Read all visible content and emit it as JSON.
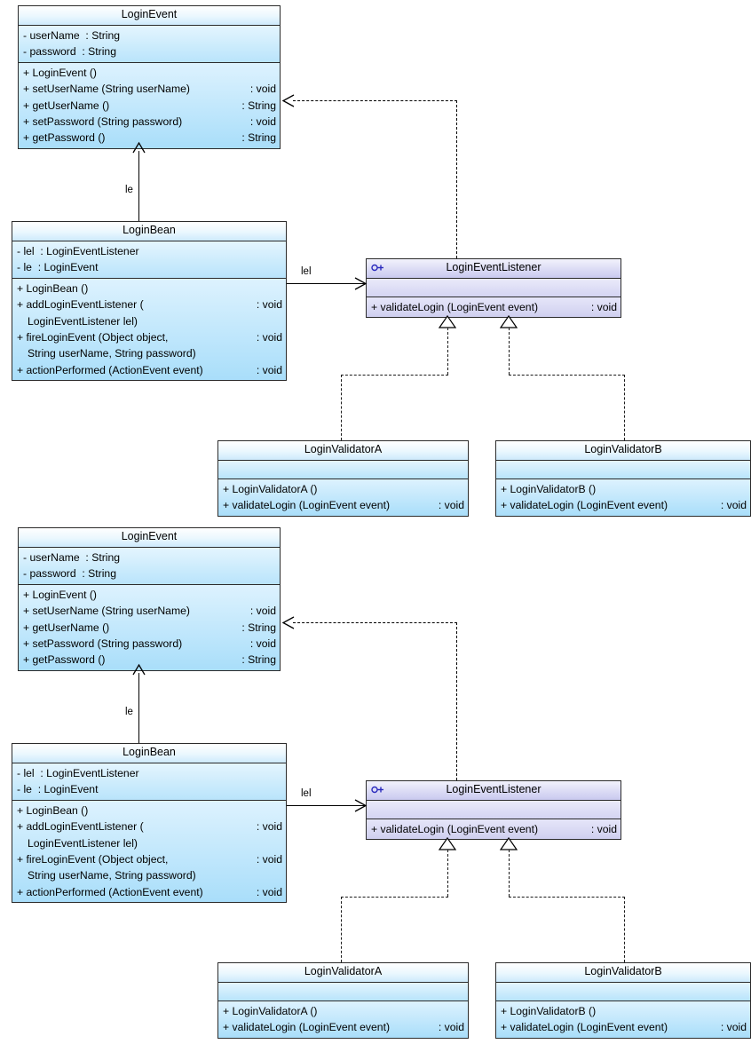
{
  "diagram": {
    "type": "uml-class-diagram",
    "repeat_count": 2,
    "colors": {
      "class_fill": "#cbeafc",
      "interface_fill": "#ddddf6",
      "border": "#2b2b2b",
      "interface_icon": "#2b2bbd",
      "connector": "#000000"
    },
    "classes": {
      "login_event": {
        "name": "LoginEvent",
        "stereotype": "",
        "attributes": [
          {
            "visibility": "-",
            "name": "userName",
            "sep": ":",
            "type": "String"
          },
          {
            "visibility": "-",
            "name": "password",
            "sep": ":",
            "type": "String"
          }
        ],
        "operations": [
          {
            "visibility": "+",
            "signature": "LoginEvent ()",
            "sep": "",
            "ret": ""
          },
          {
            "visibility": "+",
            "signature": "setUserName (String userName)",
            "sep": ":",
            "ret": "void"
          },
          {
            "visibility": "+",
            "signature": "getUserName ()",
            "sep": ":",
            "ret": "String"
          },
          {
            "visibility": "+",
            "signature": "setPassword (String password)",
            "sep": ":",
            "ret": "void"
          },
          {
            "visibility": "+",
            "signature": "getPassword ()",
            "sep": ":",
            "ret": "String"
          }
        ]
      },
      "login_bean": {
        "name": "LoginBean",
        "attributes": [
          {
            "visibility": "-",
            "name": "lel",
            "sep": ":",
            "type": "LoginEventListener"
          },
          {
            "visibility": "-",
            "name": "le",
            "sep": ":",
            "type": "LoginEvent"
          }
        ],
        "operations": [
          {
            "visibility": "+",
            "signature": "LoginBean ()",
            "sep": "",
            "ret": ""
          },
          {
            "visibility": "+",
            "signature": "addLoginEventListener (",
            "sep": ":",
            "ret": "void"
          },
          {
            "visibility": "",
            "signature": "LoginEventListener lel)",
            "sep": "",
            "ret": "",
            "continuation": true
          },
          {
            "visibility": "+",
            "signature": "fireLoginEvent (Object object,",
            "sep": ":",
            "ret": "void"
          },
          {
            "visibility": "",
            "signature": "String userName, String password)",
            "sep": "",
            "ret": "",
            "continuation": true
          },
          {
            "visibility": "+",
            "signature": "actionPerformed (ActionEvent event)",
            "sep": ":",
            "ret": "void"
          }
        ]
      },
      "login_event_listener": {
        "name": "LoginEventListener",
        "is_interface": true,
        "icon": "interface-lollipop-icon",
        "attributes": [],
        "operations": [
          {
            "visibility": "+",
            "signature": "validateLogin (LoginEvent event)",
            "sep": ":",
            "ret": "void"
          }
        ]
      },
      "login_validator_a": {
        "name": "LoginValidatorA",
        "attributes": [],
        "operations": [
          {
            "visibility": "+",
            "signature": "LoginValidatorA ()",
            "sep": "",
            "ret": ""
          },
          {
            "visibility": "+",
            "signature": "validateLogin (LoginEvent event)",
            "sep": ":",
            "ret": "void"
          }
        ]
      },
      "login_validator_b": {
        "name": "LoginValidatorB",
        "attributes": [],
        "operations": [
          {
            "visibility": "+",
            "signature": "LoginValidatorB ()",
            "sep": "",
            "ret": ""
          },
          {
            "visibility": "+",
            "signature": "validateLogin (LoginEvent event)",
            "sep": ":",
            "ret": "void"
          }
        ]
      }
    },
    "connectors": [
      {
        "id": "bean-to-event",
        "from": "LoginBean",
        "to": "LoginEvent",
        "kind": "association",
        "label": "le",
        "line": "solid",
        "arrow": "open"
      },
      {
        "id": "bean-to-listener",
        "from": "LoginBean",
        "to": "LoginEventListener",
        "kind": "association",
        "label": "lel",
        "line": "solid",
        "arrow": "open"
      },
      {
        "id": "listener-to-event",
        "from": "LoginEventListener",
        "to": "LoginEvent",
        "kind": "dependency",
        "label": "",
        "line": "dashed",
        "arrow": "open"
      },
      {
        "id": "validatora-realizes-listener",
        "from": "LoginValidatorA",
        "to": "LoginEventListener",
        "kind": "realization",
        "label": "",
        "line": "dotted",
        "arrow": "hollow-triangle"
      },
      {
        "id": "validatorb-realizes-listener",
        "from": "LoginValidatorB",
        "to": "LoginEventListener",
        "kind": "realization",
        "label": "",
        "line": "dotted",
        "arrow": "hollow-triangle"
      }
    ]
  }
}
